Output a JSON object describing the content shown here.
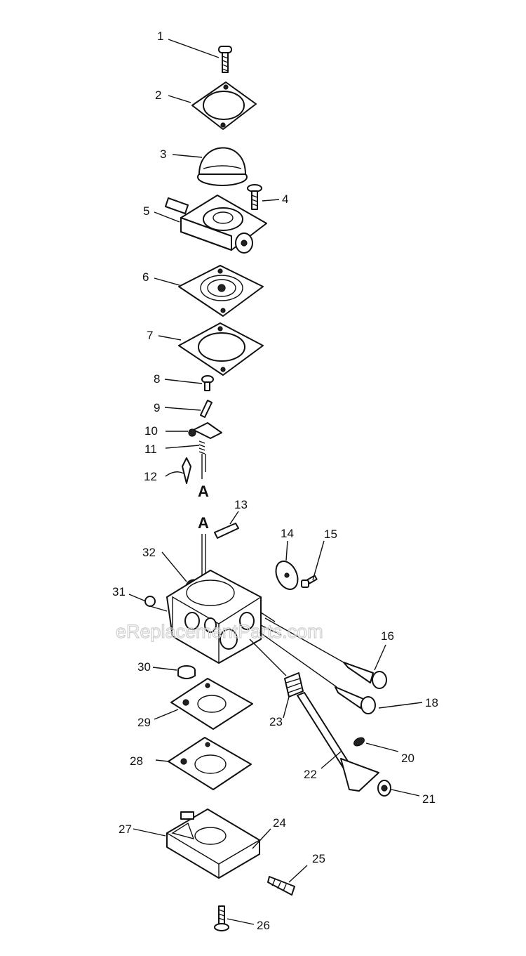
{
  "watermark": "eReplacementParts.com",
  "section_letters": [
    "A",
    "A"
  ],
  "callouts": [
    {
      "n": "1"
    },
    {
      "n": "2"
    },
    {
      "n": "3"
    },
    {
      "n": "4"
    },
    {
      "n": "5"
    },
    {
      "n": "6"
    },
    {
      "n": "7"
    },
    {
      "n": "8"
    },
    {
      "n": "9"
    },
    {
      "n": "10"
    },
    {
      "n": "11"
    },
    {
      "n": "12"
    },
    {
      "n": "13"
    },
    {
      "n": "14"
    },
    {
      "n": "15"
    },
    {
      "n": "16"
    },
    {
      "n": "18"
    },
    {
      "n": "20"
    },
    {
      "n": "21"
    },
    {
      "n": "22"
    },
    {
      "n": "23"
    },
    {
      "n": "24"
    },
    {
      "n": "25"
    },
    {
      "n": "26"
    },
    {
      "n": "27"
    },
    {
      "n": "28"
    },
    {
      "n": "29"
    },
    {
      "n": "30"
    },
    {
      "n": "31"
    },
    {
      "n": "32"
    }
  ]
}
